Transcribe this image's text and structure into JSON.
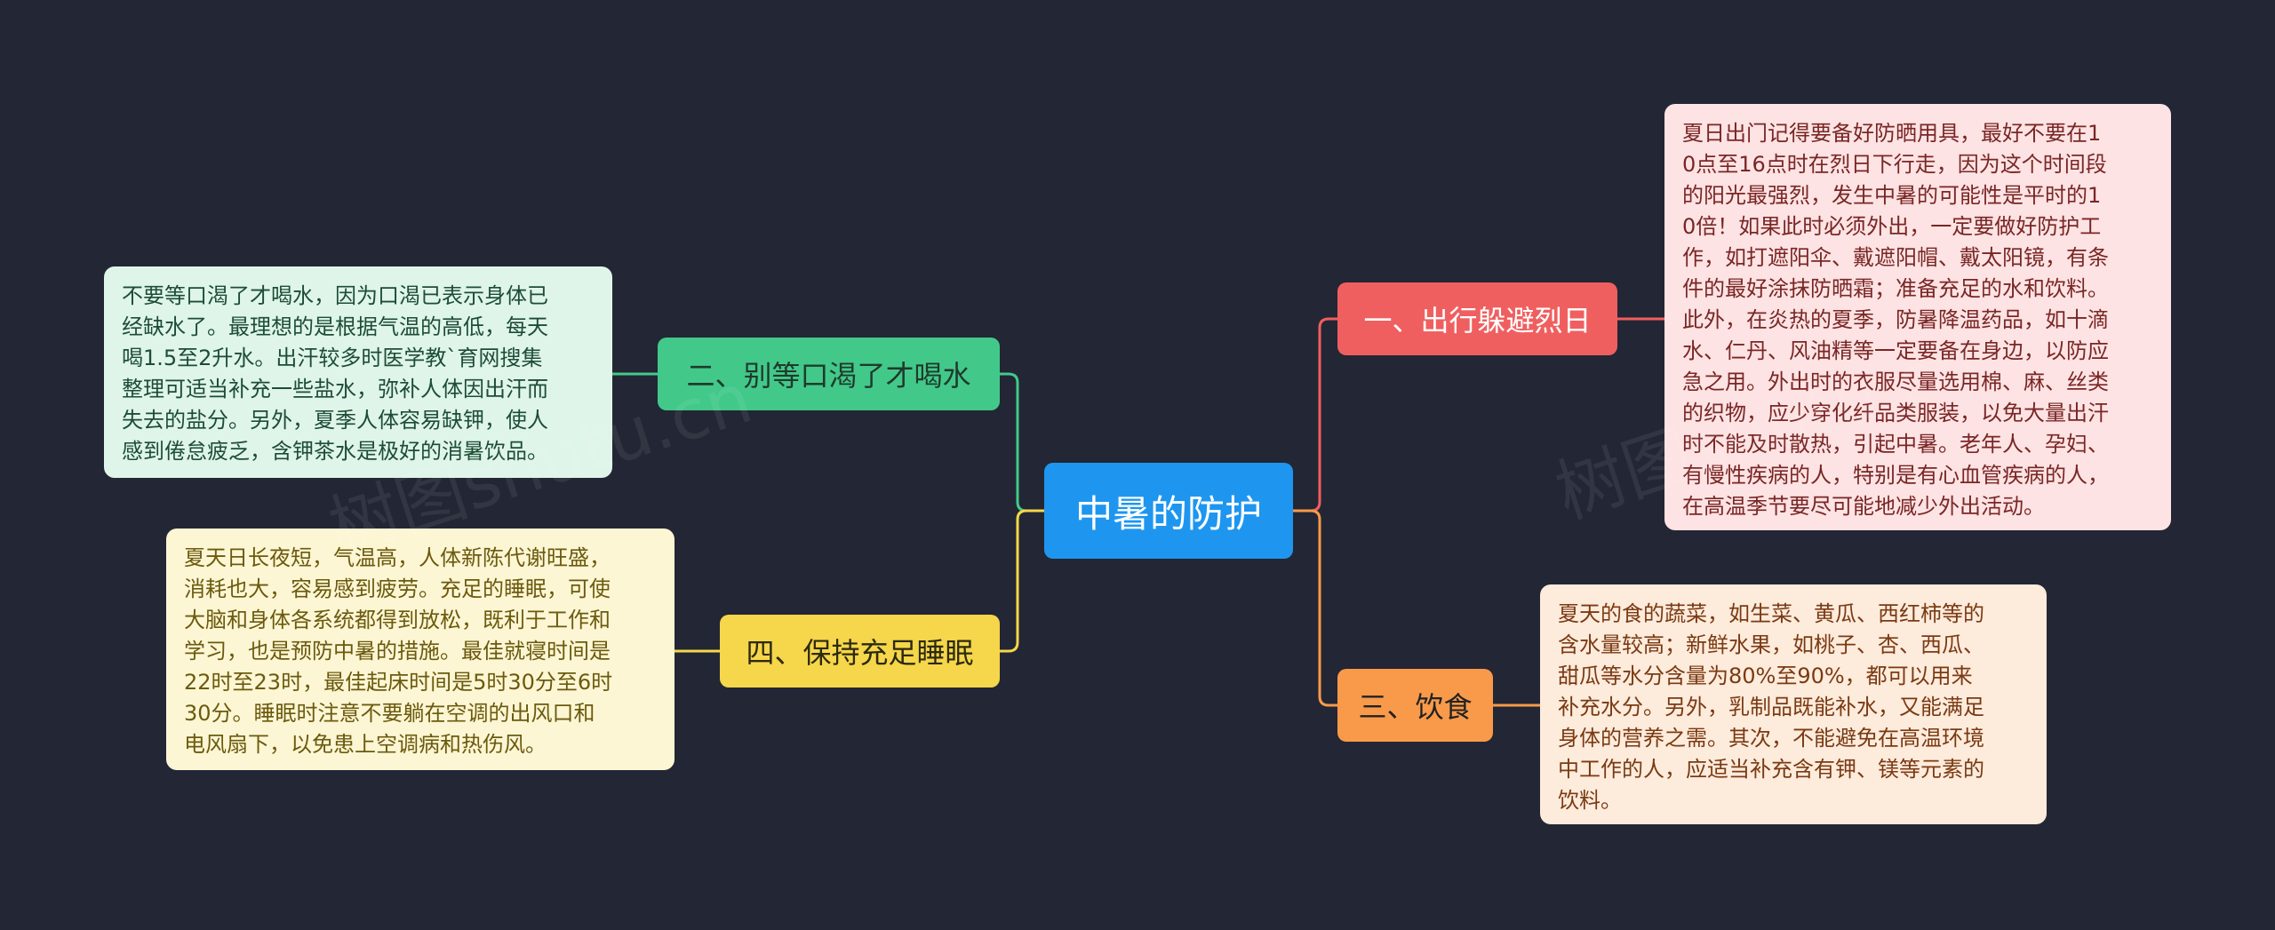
{
  "center": {
    "label": "中暑的防护"
  },
  "branches": [
    {
      "label": "一、出行躲避烈日",
      "text": "夏日出门记得要备好防晒用具，最好不要在1\n0点至16点时在烈日下行走，因为这个时间段\n的阳光最强烈，发生中暑的可能性是平时的1\n0倍！如果此时必须外出，一定要做好防护工\n作，如打遮阳伞、戴遮阳帽、戴太阳镜，有条\n件的最好涂抹防晒霜；准备充足的水和饮料。\n此外，在炎热的夏季，防暑降温药品，如十滴\n水、仁丹、风油精等一定要备在身边，以防应\n急之用。外出时的衣服尽量选用棉、麻、丝类\n的织物，应少穿化纤品类服装，以免大量出汗\n时不能及时散热，引起中暑。老年人、孕妇、\n有慢性疾病的人，特别是有心血管疾病的人，\n在高温季节要尽可能地减少外出活动。",
      "color": "#f05f5f"
    },
    {
      "label": "二、别等口渴了才喝水",
      "text": "不要等口渴了才喝水，因为口渴已表示身体已\n经缺水了。最理想的是根据气温的高低，每天\n喝1.5至2升水。出汗较多时医学教`育网搜集\n整理可适当补充一些盐水，弥补人体因出汗而\n失去的盐分。另外，夏季人体容易缺钾，使人\n感到倦怠疲乏，含钾茶水是极好的消暑饮品。",
      "color": "#42c98a"
    },
    {
      "label": "三、饮食",
      "text": "夏天的食的蔬菜，如生菜、黄瓜、西红柿等的\n含水量较高；新鲜水果，如桃子、杏、西瓜、\n甜瓜等水分含量为80%至90%，都可以用来\n补充水分。另外，乳制品既能补水，又能满足\n身体的营养之需。其次，不能避免在高温环境\n中工作的人，应适当补充含有钾、镁等元素的\n饮料。",
      "color": "#f89a4a"
    },
    {
      "label": "四、保持充足睡眠",
      "text": "夏天日长夜短，气温高，人体新陈代谢旺盛，\n消耗也大，容易感到疲劳。充足的睡眠，可使\n大脑和身体各系统都得到放松，既利于工作和\n学习，也是预防中暑的措施。最佳就寝时间是\n22时至23时，最佳起床时间是5时30分至6时\n30分。睡眠时注意不要躺在空调的出风口和\n电风扇下，以免患上空调病和热伤风。",
      "color": "#f6d64a"
    }
  ],
  "watermark": "树图shutu.cn"
}
